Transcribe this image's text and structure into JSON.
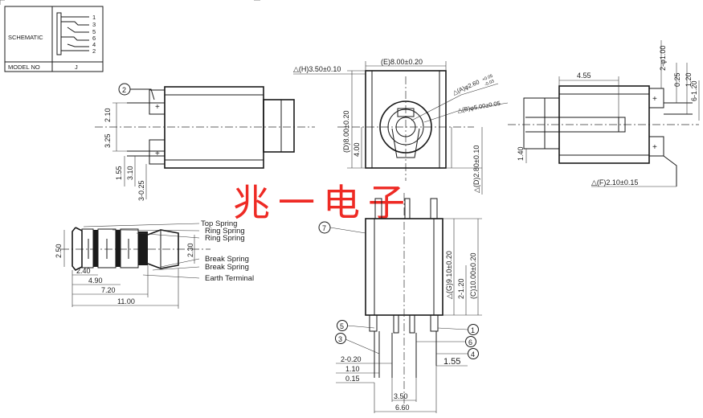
{
  "title_block": {
    "schematic_label": "SCHEMATIC",
    "pin_numbers": [
      "1",
      "3",
      "5",
      "6",
      "4",
      "2"
    ],
    "model_label": "MODEL NO",
    "model_value": "J"
  },
  "watermark": "兆一电子",
  "front_view": {
    "balloon": "2",
    "dims": [
      "2.10",
      "3.25",
      "1.55",
      "3.10",
      "3-0.25"
    ]
  },
  "center_view": {
    "dims": [
      "△(H)3.50±0.10",
      "(E)8.00±0.20",
      "△(A)φ2.60",
      "+0.05",
      "-0.03",
      "△(B)φ5.00±0.05",
      "(D)8.00±0.20",
      "4.00",
      "△(D)2.80±0.10"
    ]
  },
  "right_view": {
    "dims": [
      "4.55",
      "2-φ1.00",
      "0.25",
      "1.20",
      "6-1.20",
      "1.40",
      "△(F)2.10±0.15"
    ]
  },
  "plug": {
    "labels": [
      "Top Spring",
      "Ring  Spring",
      "Ring  Spring",
      "Break Spring",
      "Break Spring",
      "Earth Terminal"
    ],
    "dims": [
      "2.50",
      "2.30",
      "2.40",
      "4.90",
      "7.20",
      "11.00"
    ]
  },
  "bottom_view": {
    "balloon_top": "7",
    "dims": [
      "△(G)9.10±0.20",
      "2-1.20",
      "(C)10.00±0.20",
      "2-0.20",
      "1.10",
      "0.15",
      "3.50",
      "6.60",
      "1.55"
    ],
    "balloons_left": [
      "5",
      "3"
    ],
    "balloons_right": [
      "1",
      "6",
      "4"
    ]
  }
}
